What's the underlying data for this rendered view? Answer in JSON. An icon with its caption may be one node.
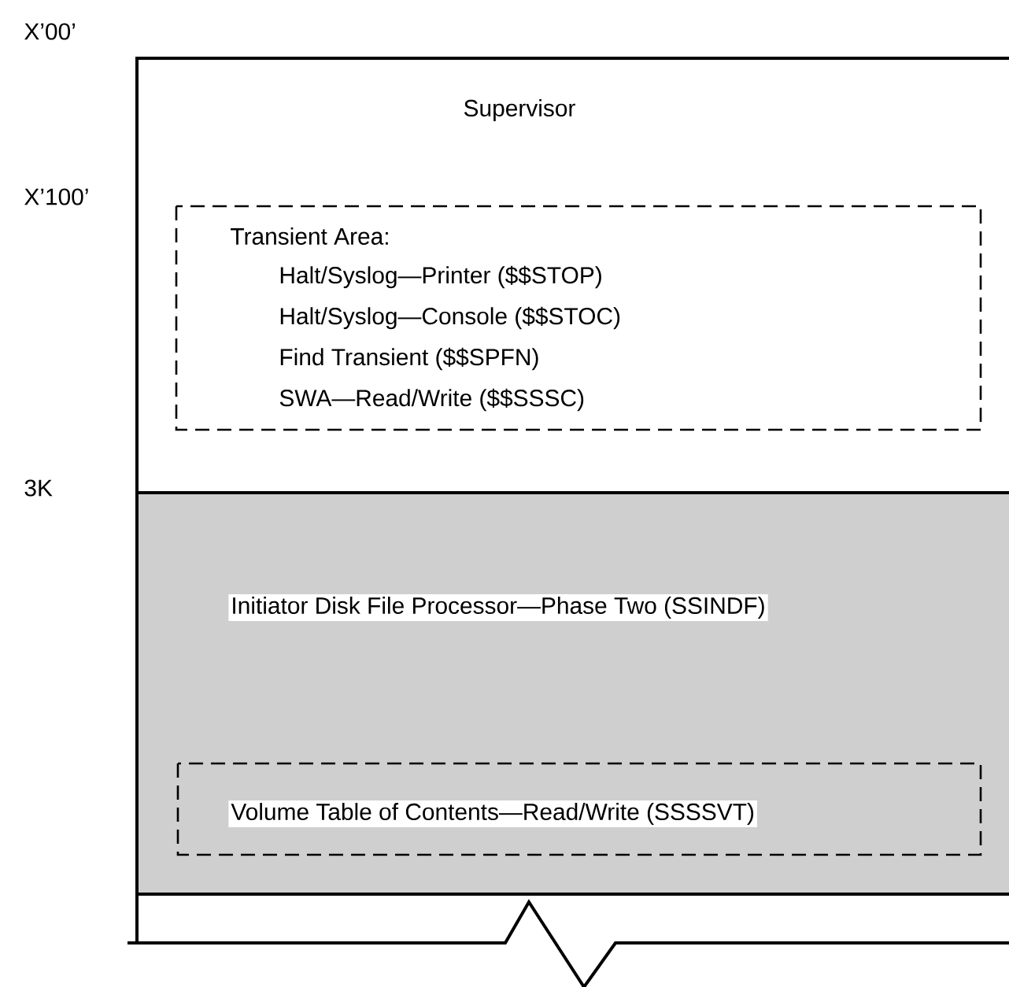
{
  "diagram": {
    "nodes": [
      {
        "text": [
          "Supervisor"
        ]
      },
      {
        "text": [
          "Transient Area:",
          "Halt/Syslog—Printer ($$STOP)",
          "Halt/Syslog—Console ($$STOC)",
          "Find Transient ($$SPFN)",
          "SWA—Read/Write ($$SSSC)"
        ],
        "in": 0
      },
      {
        "text": [
          "Initiator Disk File Processor—Phase Two (SSINDF)"
        ]
      },
      {
        "text": [
          "Volume Table of Contents—Read/Write (SSSSVT)"
        ],
        "in": 2
      }
    ],
    "labels": [
      "X’00’",
      "X’100’",
      "3K"
    ]
  }
}
